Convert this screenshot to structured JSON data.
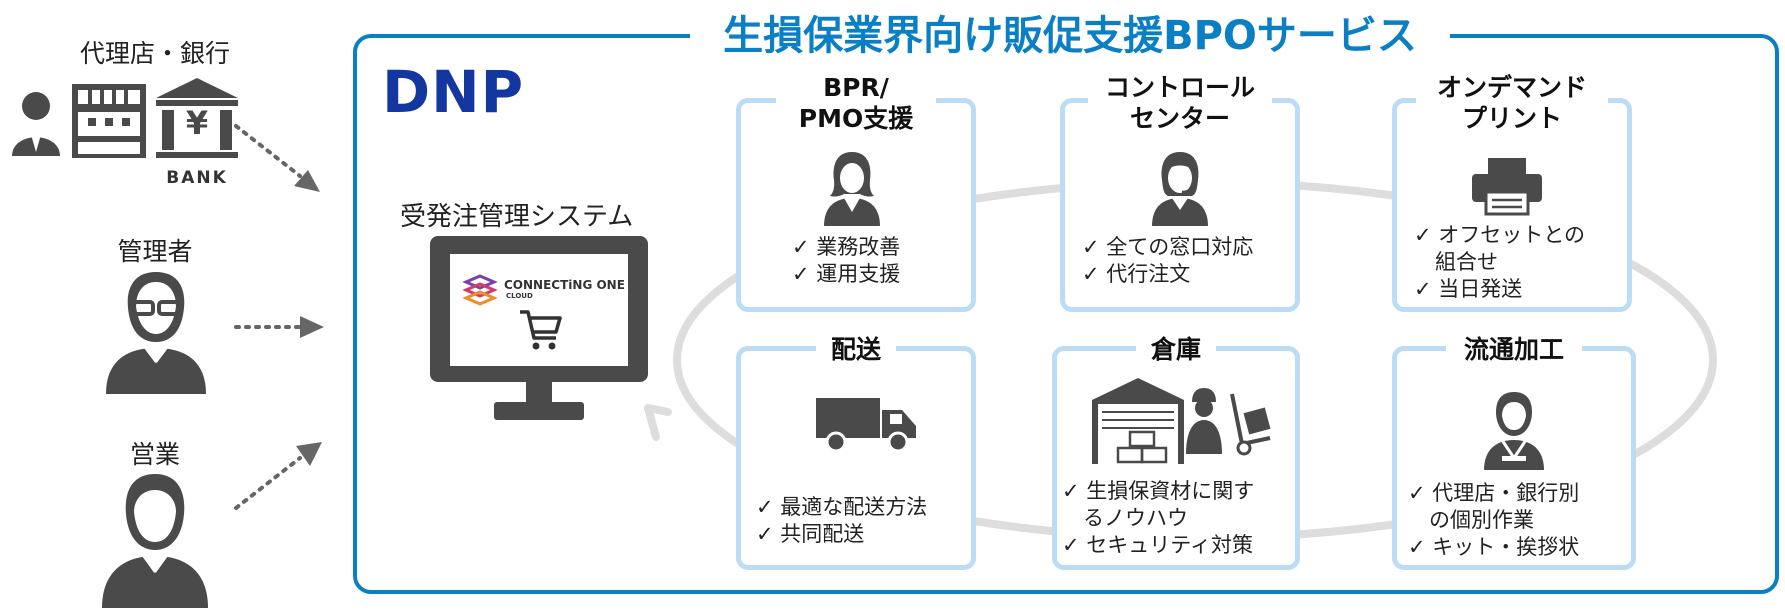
{
  "left": {
    "agency_label": "代理店・銀行",
    "bank_label": "BANK",
    "bank_symbol": "¥",
    "manager_label": "管理者",
    "sales_label": "営業"
  },
  "main": {
    "title": "生損保業界向け販促支援BPOサービス",
    "logo": "DNP",
    "system_label": "受発注管理システム",
    "monitor": {
      "brand": "CONNECTiNG ONE",
      "brand_sub": "CLOUD"
    }
  },
  "boxes": {
    "bpr": {
      "title": "BPR/\nPMO支援",
      "checks": "✓ 業務改善\n✓ 運用支援"
    },
    "control": {
      "title": "コントロール\nセンター",
      "checks": "✓ 全ての窓口対応\n✓ 代行注文"
    },
    "print": {
      "title": "オンデマンド\nプリント",
      "checks": "✓ オフセットとの\n　組合せ\n✓ 当日発送"
    },
    "delivery": {
      "title": "配送",
      "checks": "✓ 最適な配送方法\n✓ 共同配送"
    },
    "warehouse": {
      "title": "倉庫",
      "checks": "✓ 生損保資材に関す\n　るノウハウ\n✓ セキュリティ対策"
    },
    "processing": {
      "title": "流通加工",
      "checks": "✓ 代理店・銀行別\n　の個別作業\n✓ キット・挨拶状"
    }
  },
  "colors": {
    "accent": "#0a7fc4",
    "logo": "#1436a0",
    "box_border": "#bcdcf6",
    "icon": "#4a4a4a",
    "flow": "#dddddd"
  }
}
